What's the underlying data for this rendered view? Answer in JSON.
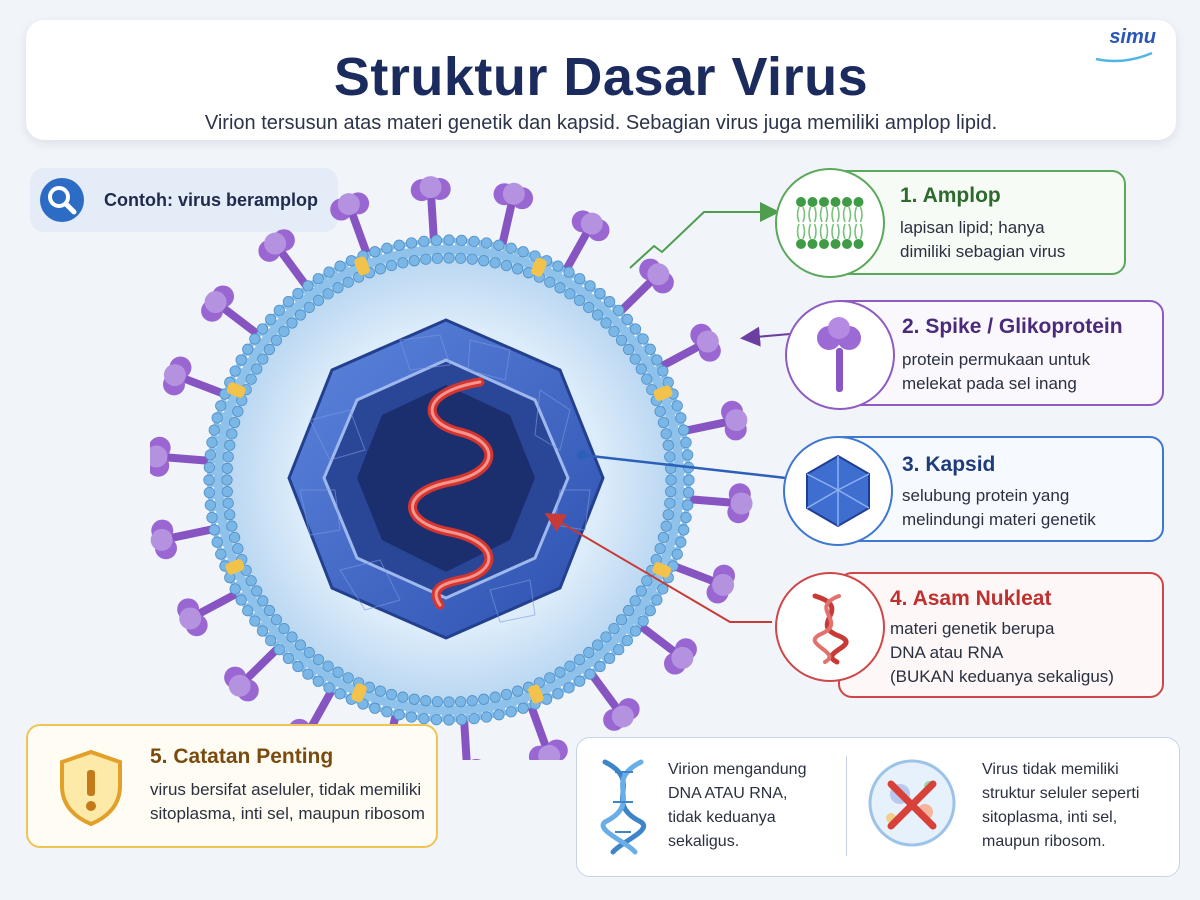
{
  "header": {
    "title": "Struktur Dasar Virus",
    "subtitle": "Virion tersusun atas materi genetik dan kapsid. Sebagian virus juga memiliki amplop lipid.",
    "logo": "simu"
  },
  "example_tag": {
    "text": "Contoh: virus beramplop",
    "icon": "magnifier-icon"
  },
  "parts": [
    {
      "title": "1. Amplop",
      "desc": [
        "lapisan lipid; hanya",
        "dimiliki sebagian virus"
      ],
      "color": "#5aa85a",
      "icon": "lipid-bilayer-icon"
    },
    {
      "title": "2. Spike / Glikoprotein",
      "desc": [
        "protein permukaan untuk",
        "melekat pada sel inang"
      ],
      "color": "#8f5bc2",
      "icon": "spike-protein-icon"
    },
    {
      "title": "3. Kapsid",
      "desc": [
        "selubung protein yang",
        "melindungi materi genetik"
      ],
      "color": "#3e77cf",
      "icon": "capsid-icon"
    },
    {
      "title": "4. Asam Nukleat",
      "desc": [
        "materi genetik berupa",
        "DNA atau RNA",
        "(BUKAN keduanya sekaligus)"
      ],
      "color": "#d04646",
      "icon": "dna-helix-icon"
    }
  ],
  "note": {
    "title": "5. Catatan Penting",
    "desc": [
      "virus bersifat aseluler, tidak memiliki",
      "sitoplasma, inti sel, maupun ribosom"
    ],
    "icon": "warning-shield-icon",
    "color": "#f0c555"
  },
  "facts": [
    {
      "text": [
        "Virion mengandung",
        "DNA ATAU RNA,",
        "tidak keduanya",
        "sekaligus."
      ],
      "icon": "dna-icon"
    },
    {
      "text": [
        "Virus tidak memiliki",
        "struktur seluler seperti",
        "sitoplasma, inti sel,",
        "maupun ribosom."
      ],
      "icon": "crossed-cell-icon"
    }
  ]
}
